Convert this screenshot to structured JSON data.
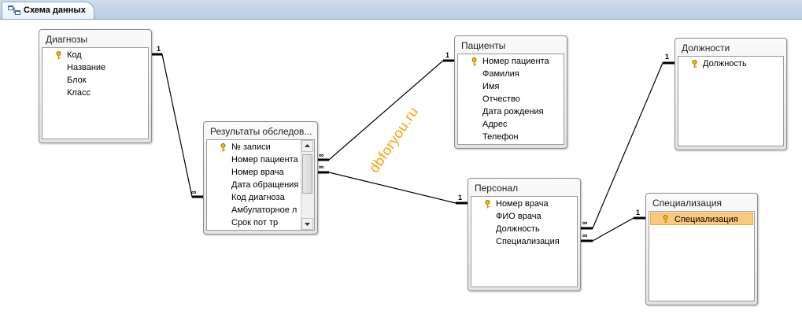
{
  "tab": {
    "label": "Схема данных"
  },
  "watermark": "dbforyou.ru",
  "tables": {
    "diagnoses": {
      "title": "Диагнозы",
      "fields": [
        "Код",
        "Название",
        "Блок",
        "Класс"
      ],
      "key_field": "Код"
    },
    "results": {
      "title": "Результаты обследов...",
      "fields": [
        "№ записи",
        "Номер пациента",
        "Номер врача",
        "Дата обращения",
        "Код диагноза",
        "Амбулаторное л",
        "Срок пот тр"
      ],
      "key_field": "№ записи"
    },
    "patients": {
      "title": "Пациенты",
      "fields": [
        "Номер пациента",
        "Фамилия",
        "Имя",
        "Отчество",
        "Дата рождения",
        "Адрес",
        "Телефон"
      ],
      "key_field": "Номер пациента"
    },
    "staff": {
      "title": "Персонал",
      "fields": [
        "Номер врача",
        "ФИО врача",
        "Должность",
        "Специализация"
      ],
      "key_field": "Номер врача"
    },
    "positions": {
      "title": "Должности",
      "fields": [
        "Должность"
      ],
      "key_field": "Должность"
    },
    "specializations": {
      "title": "Специализация",
      "fields": [
        "Специализация"
      ],
      "key_field": "Специализация",
      "selected_field": "Специализация"
    }
  },
  "relationships": [
    {
      "from": "Диагнозы.Код",
      "to": "Результаты обследований.Код диагноза",
      "one": "1",
      "many": "∞"
    },
    {
      "from": "Пациенты.Номер пациента",
      "to": "Результаты обследований.Номер пациента",
      "one": "1",
      "many": "∞"
    },
    {
      "from": "Персонал.Номер врача",
      "to": "Результаты обследований.Номер врача",
      "one": "1",
      "many": "∞"
    },
    {
      "from": "Должности.Должность",
      "to": "Персонал.Должность",
      "one": "1",
      "many": "∞"
    },
    {
      "from": "Специализация.Специализация",
      "to": "Персонал.Специализация",
      "one": "1",
      "many": "∞"
    }
  ],
  "colors": {
    "accent_tab": "#b9cde3",
    "selection": "#fbc97e",
    "watermark": "#ff9e00"
  }
}
